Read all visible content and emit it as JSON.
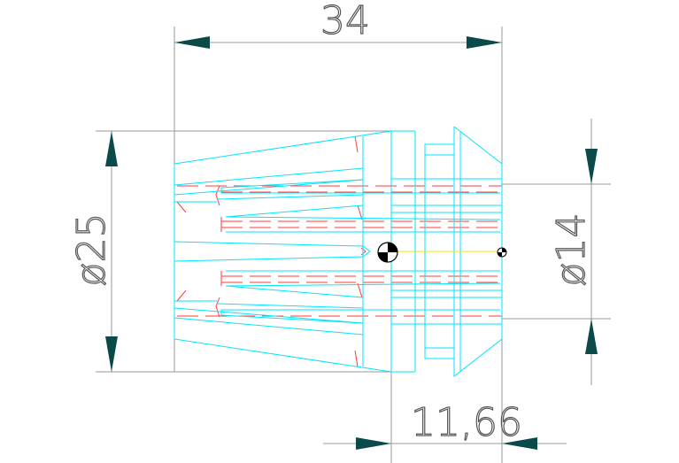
{
  "dimensions": {
    "length": "34",
    "outer_diameter": "ø25",
    "bore_diameter": "ø14",
    "nose_length": "11,66"
  },
  "colors": {
    "background": "#ffffff",
    "outline": "#00e5ff",
    "hidden": "#ff3b3b",
    "dimension": "#9a9a9a",
    "arrow": "#0b4a4a",
    "centerline": "#ffe600",
    "text": "#555555"
  },
  "icons": {
    "center_mark_large": "centroid-symbol",
    "center_mark_small": "centroid-symbol"
  }
}
